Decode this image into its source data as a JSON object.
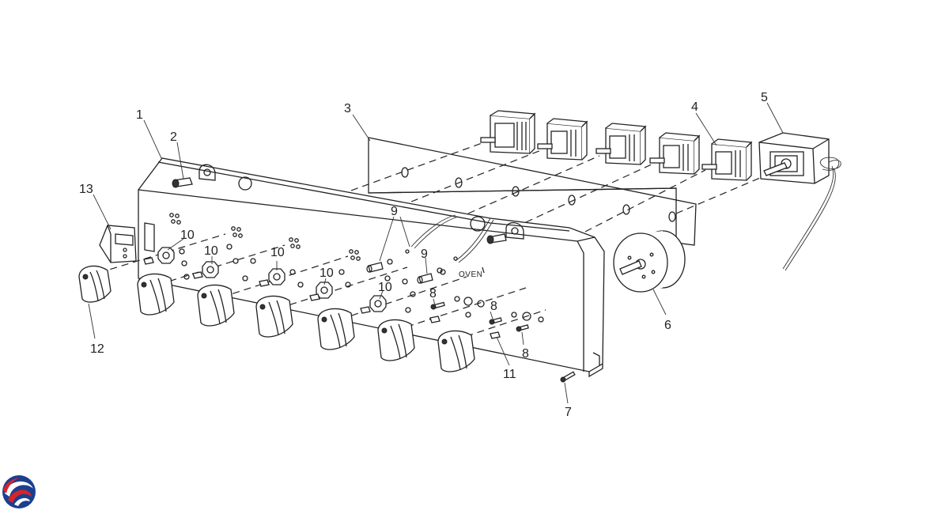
{
  "diagram": {
    "panel_label": "OVEN",
    "callouts": [
      {
        "id": "c1",
        "text": "1"
      },
      {
        "id": "c2",
        "text": "2"
      },
      {
        "id": "c3",
        "text": "3"
      },
      {
        "id": "c4",
        "text": "4"
      },
      {
        "id": "c5",
        "text": "5"
      },
      {
        "id": "c6",
        "text": "6"
      },
      {
        "id": "c7",
        "text": "7"
      },
      {
        "id": "c8a",
        "text": "8"
      },
      {
        "id": "c8b",
        "text": "8"
      },
      {
        "id": "c8c",
        "text": "8"
      },
      {
        "id": "c9a",
        "text": "9"
      },
      {
        "id": "c9b",
        "text": "9"
      },
      {
        "id": "c10a",
        "text": "10"
      },
      {
        "id": "c10b",
        "text": "10"
      },
      {
        "id": "c10c",
        "text": "10"
      },
      {
        "id": "c10d",
        "text": "10"
      },
      {
        "id": "c10e",
        "text": "10"
      },
      {
        "id": "c11",
        "text": "11"
      },
      {
        "id": "c12",
        "text": "12"
      },
      {
        "id": "c13",
        "text": "13"
      }
    ]
  },
  "logo": {
    "icon": "brand-swirl-icon",
    "colors": [
      "#1b3f8f",
      "#d8232a"
    ]
  }
}
